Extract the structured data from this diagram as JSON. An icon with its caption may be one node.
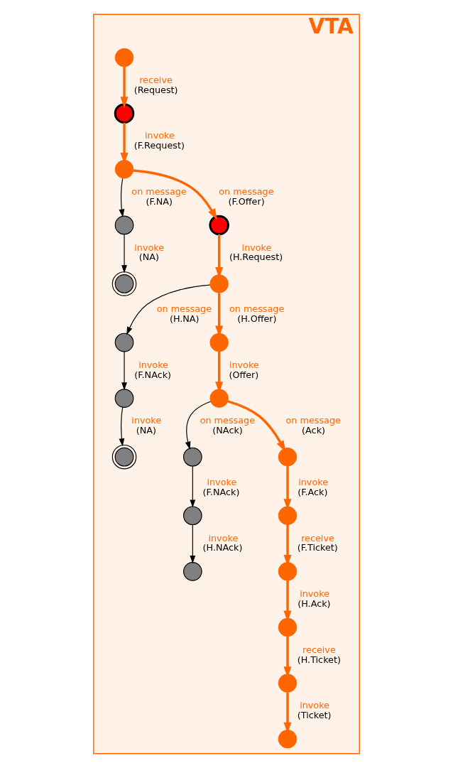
{
  "diagram": {
    "nodes": [
      {
        "text": [
          "VTA"
        ]
      },
      {
        "text": [],
        "shape": "circle",
        "in": 0
      },
      {
        "text": [],
        "shape": "circle",
        "in": 0
      },
      {
        "text": [],
        "shape": "circle",
        "in": 0
      },
      {
        "text": [],
        "shape": "circle",
        "in": 0
      },
      {
        "text": [],
        "shape": "circle",
        "in": 0
      },
      {
        "text": [],
        "shape": "circle",
        "in": 0
      },
      {
        "text": [],
        "shape": "circle",
        "in": 0
      },
      {
        "text": [],
        "shape": "circle",
        "in": 0
      },
      {
        "text": [],
        "shape": "circle",
        "in": 0
      },
      {
        "text": [],
        "shape": "circle",
        "in": 0
      },
      {
        "text": [],
        "shape": "circle",
        "in": 0
      },
      {
        "text": [],
        "shape": "circle",
        "in": 0
      },
      {
        "text": [],
        "shape": "circle",
        "in": 0
      },
      {
        "text": [],
        "shape": "circle",
        "in": 0
      },
      {
        "text": [],
        "shape": "circle",
        "in": 0
      },
      {
        "text": [],
        "shape": "circle",
        "in": 0
      },
      {
        "text": [],
        "shape": "circle",
        "in": 0
      },
      {
        "text": [],
        "shape": "circle",
        "in": 0
      },
      {
        "text": [],
        "shape": "circle",
        "in": 0
      },
      {
        "text": [],
        "shape": "circle",
        "in": 0
      },
      {
        "text": [],
        "shape": "circle",
        "in": 0
      }
    ],
    "edges": [
      {
        "from": 1,
        "to": 2,
        "arrow": "to",
        "label": "receive (Request)"
      },
      {
        "from": 2,
        "to": 3,
        "arrow": "to",
        "label": "invoke (F.Request)"
      },
      {
        "from": 3,
        "to": 4,
        "arrow": "to",
        "label": "on message (F.NA)",
        "color": "#000000"
      },
      {
        "from": 3,
        "to": 5,
        "arrow": "to",
        "label": "on message (F.Offer)"
      },
      {
        "from": 4,
        "to": 6,
        "arrow": "to",
        "label": "invoke (NA)",
        "color": "#000000"
      },
      {
        "from": 5,
        "to": 7,
        "arrow": "to",
        "label": "invoke (H.Request)"
      },
      {
        "from": 7,
        "to": 8,
        "arrow": "to",
        "label": "on message (H.NA)",
        "color": "#000000"
      },
      {
        "from": 7,
        "to": 9,
        "arrow": "to",
        "label": "on message (H.Offer)"
      },
      {
        "from": 8,
        "to": 10,
        "arrow": "to",
        "label": "invoke (F.NAck)",
        "color": "#000000"
      },
      {
        "from": 10,
        "to": 12,
        "arrow": "to",
        "label": "invoke (NA)",
        "color": "#000000"
      },
      {
        "from": 9,
        "to": 11,
        "arrow": "to",
        "label": "invoke (Offer)"
      },
      {
        "from": 11,
        "to": 13,
        "arrow": "to",
        "label": "on message (NAck)",
        "color": "#000000"
      },
      {
        "from": 11,
        "to": 14,
        "arrow": "to",
        "label": "on message (Ack)"
      },
      {
        "from": 13,
        "to": 15,
        "arrow": "to",
        "label": "invoke (F.NAck)",
        "color": "#000000"
      },
      {
        "from": 15,
        "to": 17,
        "arrow": "to",
        "label": "invoke (H.NAck)",
        "color": "#000000"
      },
      {
        "from": 14,
        "to": 16,
        "arrow": "to",
        "label": "invoke (F.Ack)"
      },
      {
        "from": 16,
        "to": 18,
        "arrow": "to",
        "label": "receive (F.Ticket)"
      },
      {
        "from": 18,
        "to": 19,
        "arrow": "to",
        "label": "invoke (H.Ack)"
      },
      {
        "from": 19,
        "to": 20,
        "arrow": "to",
        "label": "receive (H.Ticket)"
      },
      {
        "from": 20,
        "to": 21,
        "arrow": "to",
        "label": "invoke (Ticket)"
      }
    ]
  }
}
